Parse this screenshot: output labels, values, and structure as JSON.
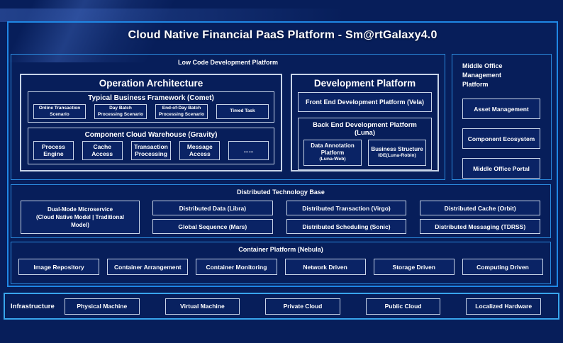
{
  "title": "Cloud Native Financial PaaS Platform - Sm@rtGalaxy4.0",
  "colors": {
    "background": "#071e5a",
    "frame_border": "#1f87e5",
    "section_border": "#2b8ade",
    "box_border": "#c7d4e8",
    "infra_border": "#38a5ec",
    "box_fill": "#0a2365",
    "text": "#ffffff"
  },
  "low_code": {
    "label": "Low Code Development Platform",
    "operation_architecture": {
      "label": "Operation Architecture",
      "comet": {
        "label": "Typical Business Framework (Comet)",
        "items": [
          "Online Transaction Scenario",
          "Day Batch Processing Scenario",
          "End-of-Day Batch Processing Scenario",
          "Timed Task"
        ]
      },
      "gravity": {
        "label": "Component Cloud Warehouse (Gravity)",
        "items": [
          "Process Engine",
          "Cache Access",
          "Transaction Processing",
          "Message Access",
          "......"
        ]
      }
    },
    "development_platform": {
      "label": "Development Platform",
      "front_end": "Front End Development Platform (Vela)",
      "back_end": {
        "label": "Back End Development Platform (Luna)",
        "items": [
          {
            "name": "Data Annotation Platform",
            "sub": "(Luna-Web)"
          },
          {
            "name": "Business Structure",
            "sub": "IDE(Luna-Robin)"
          }
        ]
      }
    }
  },
  "middle_office": {
    "label": "Middle Office Management\nPlatform",
    "items": [
      "Asset Management",
      "Component Ecosystem",
      "Middle Office Portal"
    ]
  },
  "distributed": {
    "label": "Distributed Technology Base",
    "dual_mode": "Dual-Mode Microservice\n(Cloud Native Model | Traditional\nModel)",
    "columns": [
      [
        "Distributed Data (Libra)",
        "Global Sequence (Mars)"
      ],
      [
        "Distributed Transaction (Virgo)",
        "Distributed Scheduling (Sonic)"
      ],
      [
        "Distributed Cache (Orbit)",
        "Distributed Messaging (TDRSS)"
      ]
    ]
  },
  "container_platform": {
    "label": "Container Platform (Nebula)",
    "items": [
      "Image Repository",
      "Container Arrangement",
      "Container Monitoring",
      "Network Driven",
      "Storage Driven",
      "Computing Driven"
    ]
  },
  "infrastructure": {
    "label": "Infrastructure",
    "items": [
      "Physical Machine",
      "Virtual Machine",
      "Private Cloud",
      "Public Cloud",
      "Localized Hardware"
    ]
  }
}
